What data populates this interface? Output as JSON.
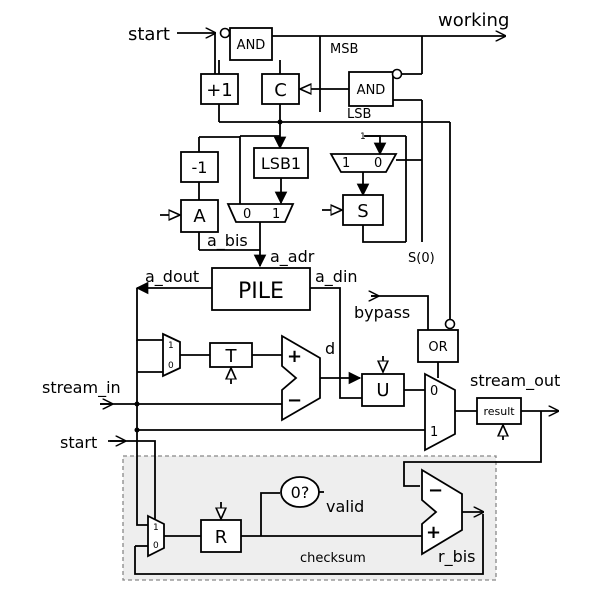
{
  "signals": {
    "start_top": "start",
    "working": "working",
    "msb": "MSB",
    "lsb": "LSB",
    "a_bis": "a_bis",
    "a_adr": "a_adr",
    "a_dout": "a_dout",
    "a_din": "a_din",
    "bypass": "bypass",
    "d": "d",
    "stream_in": "stream_in",
    "stream_out": "stream_out",
    "start_bottom": "start",
    "valid": "valid",
    "r_bis": "r_bis",
    "s0": "S(0)"
  },
  "blocks": {
    "and_top": "AND",
    "plus1": "+1",
    "c": "C",
    "and_right": "AND",
    "minus1": "-1",
    "lsb1": "LSB1",
    "a": "A",
    "s": "S",
    "pile": "PILE",
    "t": "T",
    "u": "U",
    "or": "OR",
    "result": "result",
    "r": "R",
    "zero_test": "0?",
    "checksum": "checksum"
  },
  "mux_inputs": {
    "mux_a_0": "0",
    "mux_a_1": "1",
    "mux_s_1": "1",
    "mux_s_0": "0",
    "mux_s_const": "1",
    "mux_t_1": "1",
    "mux_t_0": "0",
    "mux_out_0": "0",
    "mux_out_1": "1",
    "mux_r_1": "1",
    "mux_r_0": "0"
  },
  "adder_signs": {
    "d_plus": "+",
    "d_minus": "−",
    "r_minus": "−",
    "r_plus": "+"
  }
}
